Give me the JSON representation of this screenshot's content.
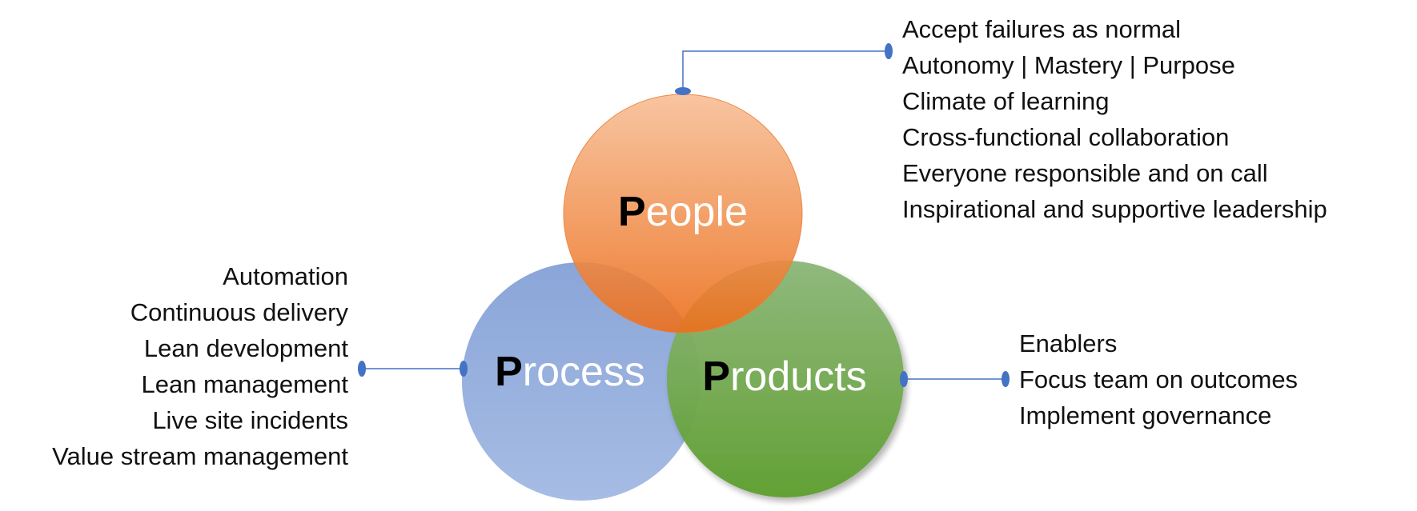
{
  "circles": {
    "people": {
      "initial": "P",
      "rest": "eople",
      "color": "#f07f3a"
    },
    "process": {
      "initial": "P",
      "rest": "rocess",
      "color": "#8faadc"
    },
    "products": {
      "initial": "P",
      "rest": "roducts",
      "color": "#6aa33e"
    }
  },
  "people_items": [
    "Accept failures as normal",
    "Autonomy | Mastery | Purpose",
    "Climate of learning",
    "Cross-functional collaboration",
    "Everyone responsible and on call",
    "Inspirational and supportive leadership"
  ],
  "process_items": [
    "Automation",
    "Continuous delivery",
    "Lean development",
    "Lean management",
    "Live site incidents",
    "Value stream management"
  ],
  "products_items": [
    "Enablers",
    "Focus team on outcomes",
    "Implement governance"
  ],
  "connector_color": "#4472c4"
}
